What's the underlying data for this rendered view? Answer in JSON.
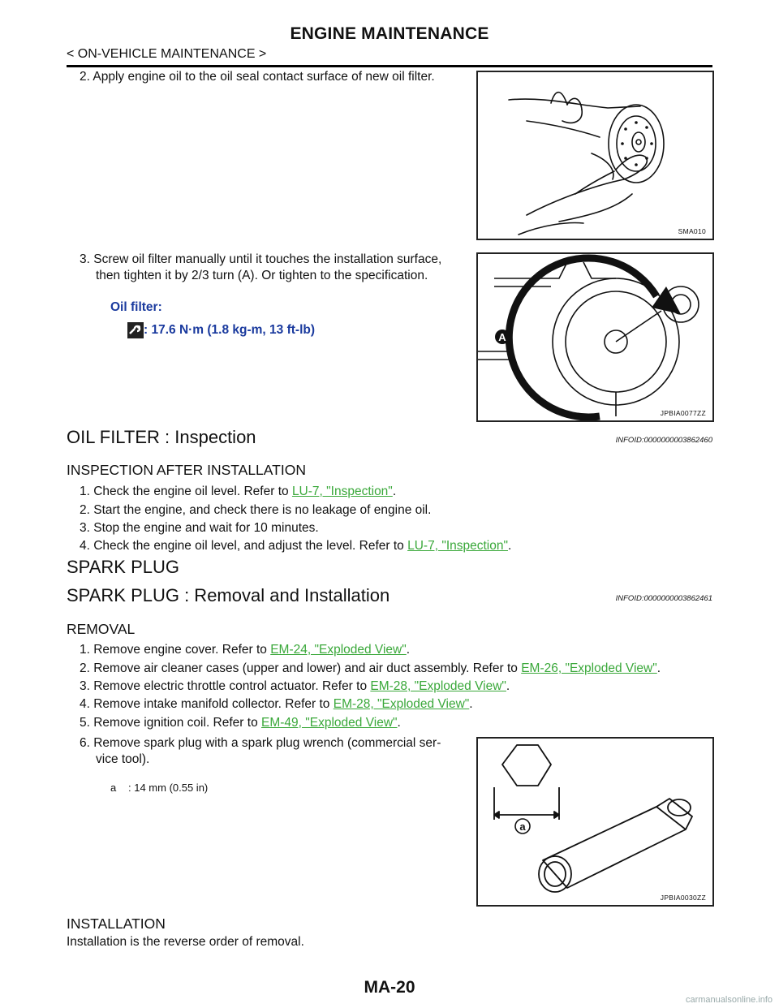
{
  "header": {
    "title": "ENGINE MAINTENANCE",
    "subtitle": "< ON-VEHICLE MAINTENANCE >"
  },
  "oil_filter_steps": {
    "step2": "2. Apply engine oil to the oil seal contact surface of new oil filter.",
    "step3_line1": "3. Screw oil filter manually until it touches the installation surface,",
    "step3_line2": "then tighten it by 2/3 turn (A). Or tighten to the specification."
  },
  "spec": {
    "label": "Oil filter:",
    "value": ": 17.6 N·m (1.8 kg-m, 13 ft-lb)"
  },
  "figures": {
    "fig1_code": "SMA010",
    "fig2_code": "JPBIA0077ZZ",
    "fig2_label": "A",
    "fig3_code": "JPBIA0030ZZ",
    "fig3_label": "a"
  },
  "inspection": {
    "heading": "OIL FILTER : Inspection",
    "infoid": "INFOID:0000000003862460",
    "subheading": "INSPECTION AFTER INSTALLATION",
    "step1_text": "1. Check the engine oil level. Refer to ",
    "step1_link": "LU-7, \"Inspection\"",
    "step2": "2. Start the engine, and check there is no leakage of engine oil.",
    "step3": "3. Stop the engine and wait for 10 minutes.",
    "step4_text": "4. Check the engine oil level, and adjust the level. Refer to ",
    "step4_link": "LU-7, \"Inspection\""
  },
  "spark_plug": {
    "heading": "SPARK PLUG",
    "subheading": "SPARK PLUG : Removal and Installation",
    "infoid": "INFOID:0000000003862461",
    "removal_heading": "REMOVAL",
    "r1_text": "1. Remove engine cover. Refer to ",
    "r1_link": "EM-24, \"Exploded View\"",
    "r2_text": "2. Remove air cleaner cases (upper and lower) and air duct assembly. Refer to ",
    "r2_link": "EM-26, \"Exploded View\"",
    "r3_text": "3. Remove electric throttle control actuator. Refer to ",
    "r3_link": "EM-28, \"Exploded View\"",
    "r4_text": "4. Remove intake manifold collector. Refer to ",
    "r4_link": "EM-28, \"Exploded View\"",
    "r5_text": "5. Remove ignition coil. Refer to ",
    "r5_link": "EM-49, \"Exploded View\"",
    "r6_line1": "6. Remove spark plug with a spark plug wrench (commercial ser-",
    "r6_line2": "vice tool).",
    "dim_key": "a",
    "dim_value": ": 14 mm (0.55 in)",
    "installation_heading": "INSTALLATION",
    "installation_text": "Installation is the reverse order of removal."
  },
  "footer": {
    "page": "MA-20",
    "watermark": "carmanualsonline.info"
  },
  "period": "."
}
